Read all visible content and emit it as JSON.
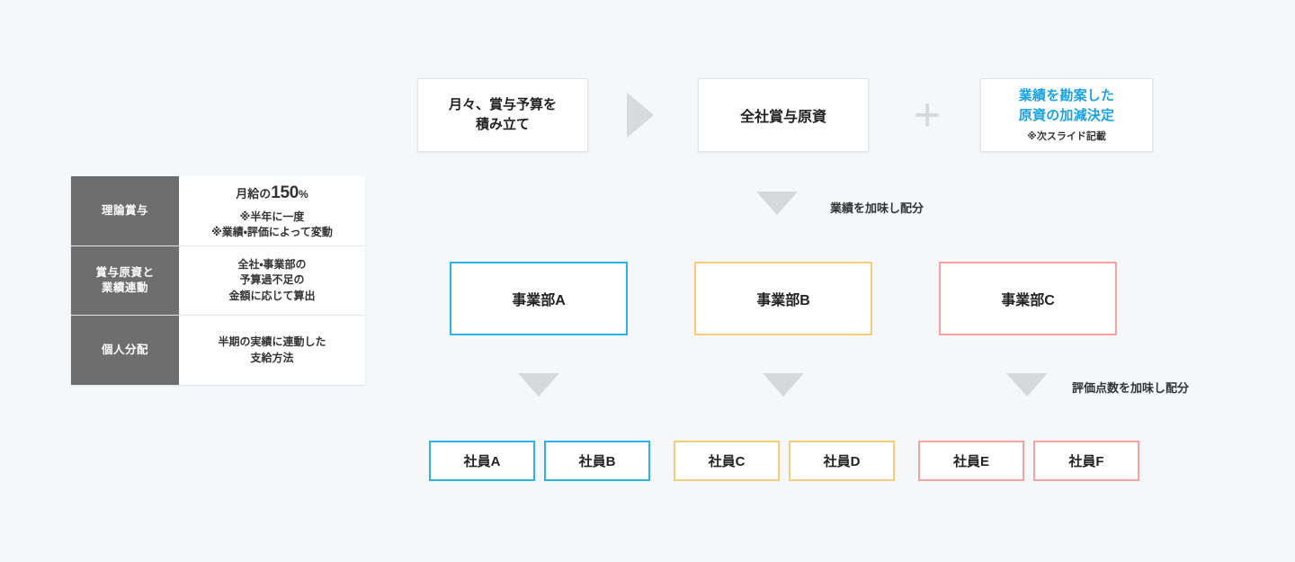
{
  "background_color": "#f5f7f9",
  "accent_colors": {
    "highlight_blue": "#1aa3e0",
    "dept_a_border": "#29b3e8",
    "dept_b_border": "#f5cd7a",
    "dept_c_border": "#f9a0a0",
    "table_header_bg": "#6e6e6e",
    "arrow_gray": "#d6d8dc"
  },
  "spec_table": {
    "rows": [
      {
        "header": "理論賞与",
        "lead": "月給の",
        "big": "150",
        "pct": "%",
        "notes": [
          "※半年に一度",
          "※業績・評価によって変動"
        ]
      },
      {
        "header": "賞与原資と\n業績連動",
        "header_line1": "賞与原資と",
        "header_line2": "業績連動",
        "notes": [
          "全社・事業部の",
          "予算過不足の",
          "金額に応じて算出"
        ]
      },
      {
        "header": "個人分配",
        "notes": [
          "半期の実績に連動した",
          "支給方法"
        ]
      }
    ]
  },
  "flow": {
    "accrual_box": {
      "line1": "月々、賞与予算を",
      "line2": "積み立て"
    },
    "pool_box": {
      "label": "全社賞与原資"
    },
    "plus": "+",
    "adjust_box": {
      "highlight_line1": "業績を勘案した",
      "highlight_line2": "原資の加減決定",
      "sub": "※次スライド記載"
    },
    "annotations": {
      "distribute": "業績を加味し配分",
      "score_distribute": "評価点数を加味し配分"
    },
    "departments": [
      {
        "label": "事業部A",
        "color": "#29b3e8"
      },
      {
        "label": "事業部B",
        "color": "#f5cd7a"
      },
      {
        "label": "事業部C",
        "color": "#f9a0a0"
      }
    ],
    "employees": [
      {
        "label": "社員A",
        "color": "#29b3e8"
      },
      {
        "label": "社員B",
        "color": "#29b3e8"
      },
      {
        "label": "社員C",
        "color": "#f5cd7a"
      },
      {
        "label": "社員D",
        "color": "#f5cd7a"
      },
      {
        "label": "社員E",
        "color": "#f9a0a0"
      },
      {
        "label": "社員F",
        "color": "#f9a0a0"
      }
    ]
  }
}
